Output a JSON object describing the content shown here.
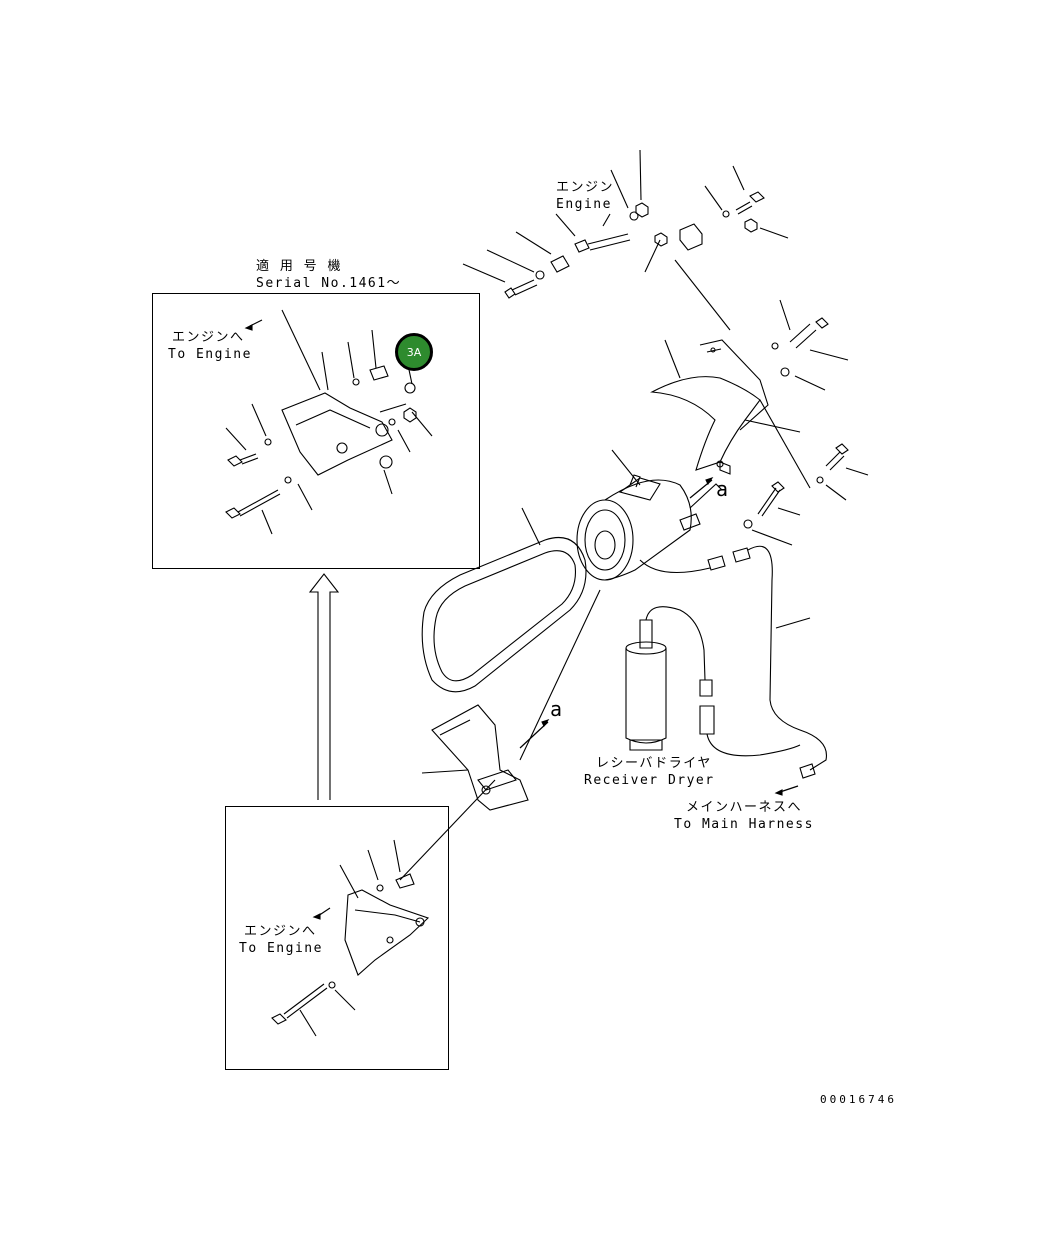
{
  "labels": {
    "engine_top_jp": "エンジン",
    "engine_top_en": "Engine",
    "serial_jp": "適 用 号 機",
    "serial_en": "Serial No.1461～",
    "to_engine_jp": "エンジンへ",
    "to_engine_en": "To Engine",
    "to_engine2_jp": "エンジンへ",
    "to_engine2_en": "To Engine",
    "receiver_jp": "レシーバドライヤ",
    "receiver_en": "Receiver Dryer",
    "harness_jp": "メインハーネスへ",
    "harness_en": "To Main Harness",
    "ref_a_upper": "a",
    "ref_a_lower": "a",
    "drawing_number": "00016746"
  },
  "callout": {
    "text": "3A",
    "color": "#2e8b2e"
  }
}
